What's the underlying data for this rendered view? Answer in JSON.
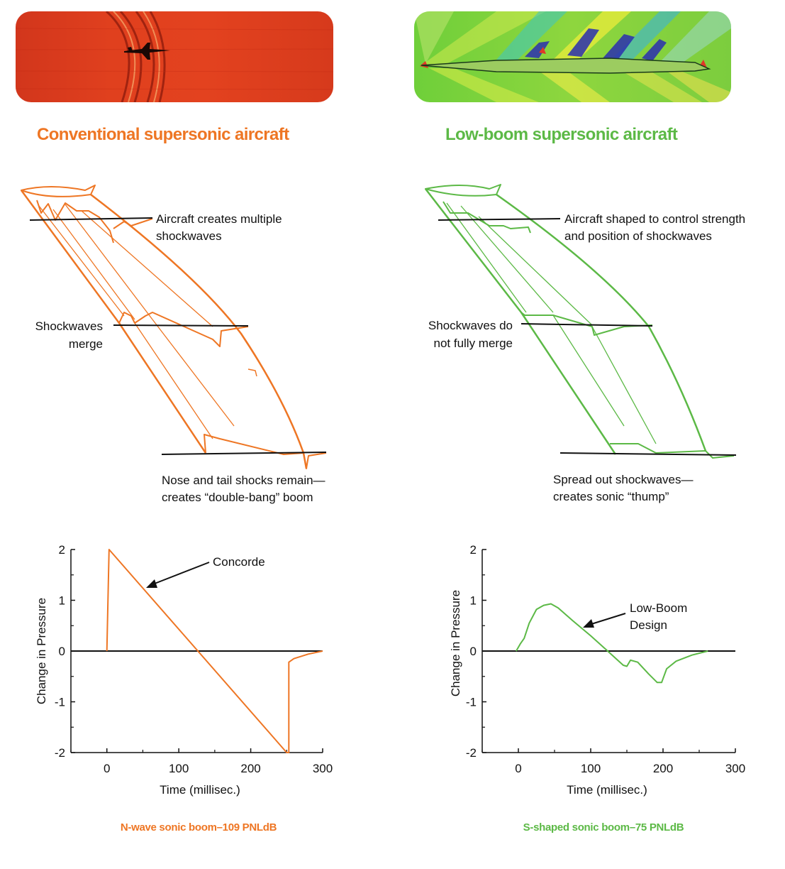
{
  "colors": {
    "conventional": "#ee7624",
    "lowboom": "#5cb946",
    "ink": "#111111"
  },
  "left": {
    "heading": "Conventional supersonic aircraft",
    "annotations": {
      "top": [
        "Aircraft creates multiple",
        "shockwaves"
      ],
      "middle": [
        "Shockwaves",
        "merge"
      ],
      "bottom": [
        "Nose and tail shocks remain—",
        "creates “double-bang” boom"
      ]
    },
    "caption": "N-wave sonic boom–109 PNLdB"
  },
  "right": {
    "heading": "Low-boom supersonic aircraft",
    "annotations": {
      "top": [
        "Aircraft shaped to control strength",
        "and position of shockwaves"
      ],
      "middle": [
        "Shockwaves do",
        "not fully merge"
      ],
      "bottom": [
        "Spread out shockwaves—",
        "creates sonic “thump”"
      ]
    },
    "caption": "S-shaped sonic boom–75 PNLdB"
  },
  "chart_data": [
    {
      "type": "line",
      "xlabel": "Time (millisec.)",
      "ylabel": "Change in Pressure",
      "xlim": [
        -50,
        300
      ],
      "ylim": [
        -2,
        2
      ],
      "xticks": [
        0,
        100,
        200,
        300
      ],
      "yticks": [
        -2,
        -1,
        0,
        1,
        2
      ],
      "annotation": [
        "Concorde"
      ],
      "series": [
        {
          "x": [
            0,
            3,
            250,
            253,
            253,
            260,
            280,
            300
          ],
          "y": [
            0,
            2,
            -2,
            -2,
            -0.22,
            -0.15,
            -0.06,
            0
          ]
        }
      ]
    },
    {
      "type": "line",
      "xlabel": "Time (millisec.)",
      "ylabel": "Change in Pressure",
      "xlim": [
        -50,
        300
      ],
      "ylim": [
        -2,
        2
      ],
      "xticks": [
        0,
        100,
        200,
        300
      ],
      "yticks": [
        -2,
        -1,
        0,
        1,
        2
      ],
      "annotation": [
        "Low-Boom",
        "Design"
      ],
      "series": [
        {
          "x": [
            -3,
            3,
            8,
            15,
            25,
            35,
            45,
            55,
            75,
            100,
            122,
            135,
            145,
            150,
            155,
            165,
            180,
            192,
            198,
            205,
            218,
            240,
            262
          ],
          "y": [
            0,
            0.15,
            0.25,
            0.55,
            0.82,
            0.9,
            0.93,
            0.85,
            0.6,
            0.3,
            0.02,
            -0.15,
            -0.28,
            -0.3,
            -0.18,
            -0.22,
            -0.45,
            -0.62,
            -0.62,
            -0.35,
            -0.2,
            -0.08,
            0
          ]
        }
      ]
    }
  ]
}
